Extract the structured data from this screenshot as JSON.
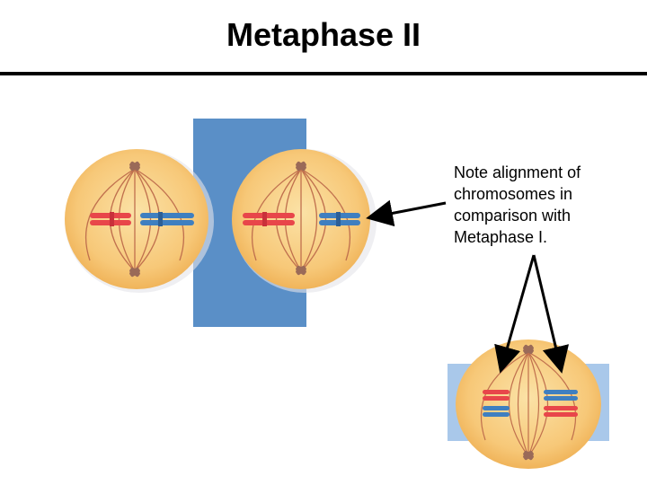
{
  "slide": {
    "title": "Metaphase II",
    "note_lines": [
      "Note alignment of",
      "chromosomes in",
      "comparison with",
      "Metaphase I."
    ]
  },
  "colors": {
    "background_band": "#5a8fc7",
    "light_band": "#a9c8ea",
    "cell_fill": "#f7c878",
    "cell_edge": "#f0b45a",
    "spindle": "#c0704e",
    "chromosome_red": "#e8464a",
    "chromosome_blue": "#3f7fc0",
    "centrosome": "#9a6a58",
    "arrow": "#000000"
  },
  "icons": [
    "cell-metaphase-ii-icon",
    "cell-metaphase-i-icon"
  ]
}
